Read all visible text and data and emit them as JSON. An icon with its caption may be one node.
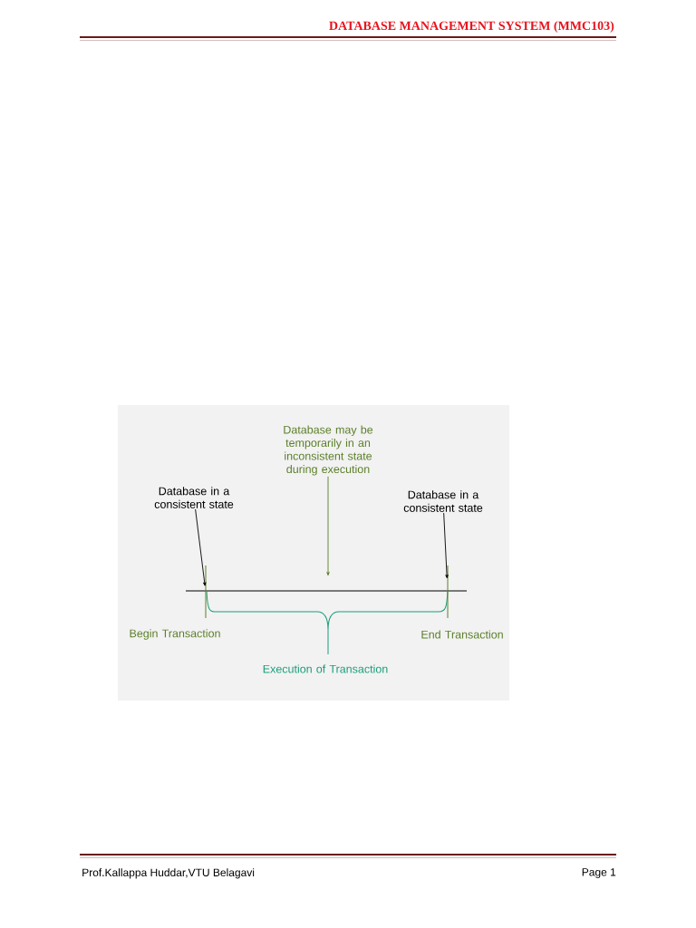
{
  "diagram": {
    "nodes": [
      {
        "text": [
          "Database in a consistent state"
        ]
      },
      {
        "text": [
          "Database may be temporarily in an inconsistent state during execution"
        ]
      },
      {
        "text": [
          "Database in a consistent state"
        ]
      },
      {
        "text": [
          "Begin Transaction"
        ]
      },
      {
        "text": [
          "End Transaction"
        ]
      },
      {
        "text": [
          "Execution of Transaction"
        ]
      },
      {
        "text": [],
        "shape": "bar"
      },
      {
        "text": [],
        "shape": "bar"
      }
    ],
    "edges": [
      {
        "from": 0,
        "to": 6,
        "arrow": "to"
      },
      {
        "from": 1,
        "to": null,
        "arrow": "to",
        "color": "#5b7f2a"
      },
      {
        "from": 2,
        "to": 7,
        "arrow": "to"
      }
    ],
    "labels": [
      "DATABASE MANAGEMENT SYSTEM (MMC103)",
      "Prof.Kallappa Huddar,VTU Belagavi",
      "Page 1"
    ]
  }
}
